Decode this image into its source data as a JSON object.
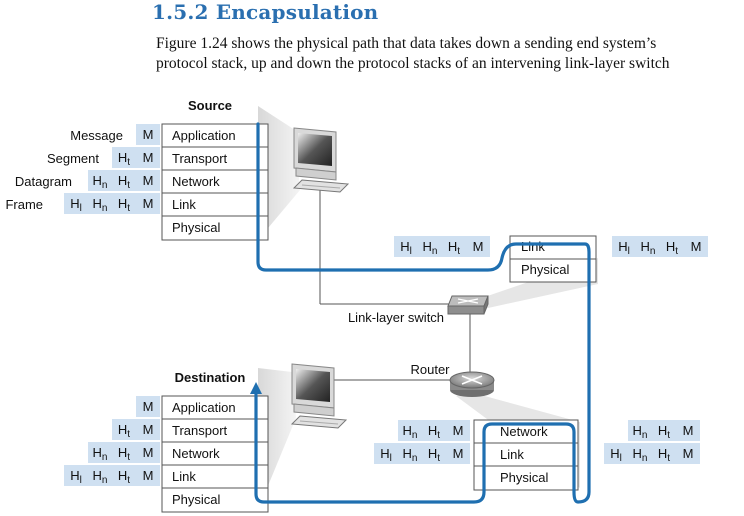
{
  "section": {
    "title": "1.5.2 Encapsulation"
  },
  "paragraph": {
    "line1": "Figure 1.24 shows the physical path that data takes down a sending end system’s",
    "line2": "protocol stack, up and down the protocol stacks of an intervening link-layer switch"
  },
  "source": {
    "title": "Source",
    "layers": [
      "Application",
      "Transport",
      "Network",
      "Link",
      "Physical"
    ],
    "row_labels": [
      "Message",
      "Segment",
      "Datagram",
      "Frame"
    ]
  },
  "destination": {
    "title": "Destination",
    "layers": [
      "Application",
      "Transport",
      "Network",
      "Link",
      "Physical"
    ]
  },
  "switch": {
    "label": "Link-layer switch",
    "layers": [
      "Link",
      "Physical"
    ]
  },
  "router": {
    "label": "Router",
    "layers": [
      "Network",
      "Link",
      "Physical"
    ]
  },
  "headers": {
    "M": "M",
    "Ht": "H",
    "Ht_sub": "t",
    "Hn": "H",
    "Hn_sub": "n",
    "Hl": "H",
    "Hl_sub": "l"
  },
  "colors": {
    "path": "#1f6fb0",
    "header_bg": "#cfe0f1",
    "title": "#2a6fb0"
  }
}
